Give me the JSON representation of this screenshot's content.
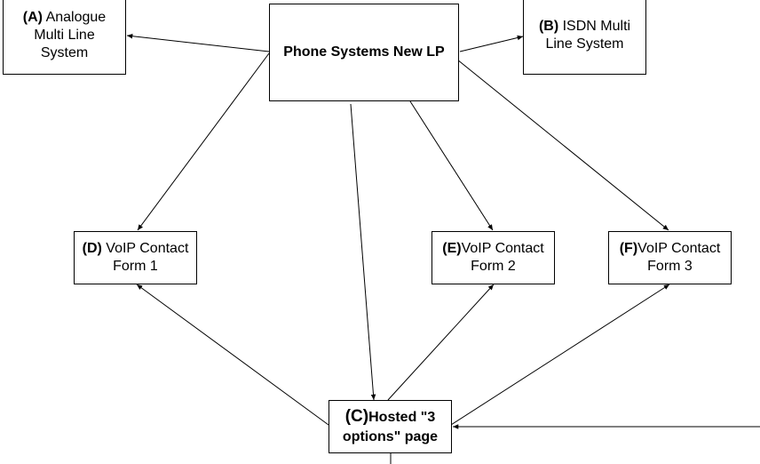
{
  "colors": {
    "stroke": "#000000",
    "fill": "#ffffff",
    "text": "#000000"
  },
  "nodes": {
    "main": {
      "text": "Phone Systems New LP"
    },
    "a": {
      "letter": "(A)",
      "line1": "Analogue",
      "line2": "Multi Line",
      "line3": "System"
    },
    "b": {
      "letter": "(B)",
      "line1": "ISDN Multi",
      "line2": "Line System"
    },
    "d": {
      "letter": "(D)",
      "line1": "VoIP Contact",
      "line2": "Form 1"
    },
    "e": {
      "letter": "(E)",
      "line1": "VoIP Contact",
      "line2": "Form 2"
    },
    "f": {
      "letter": "(F)",
      "line1": "VoIP Contact",
      "line2": "Form 3"
    },
    "c": {
      "letter": "(C)",
      "line1": "Hosted \"3",
      "line2": "options\" page"
    }
  }
}
